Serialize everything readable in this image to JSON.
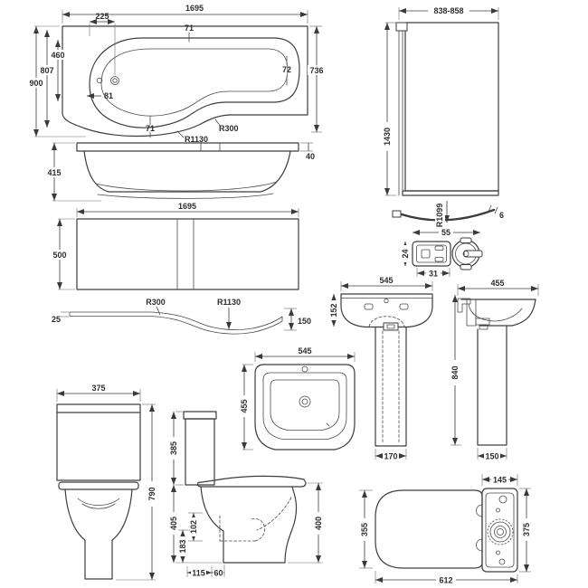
{
  "style": {
    "background": "#ffffff",
    "line_color": "#3d3d3d",
    "text_color": "#2e2e2e"
  },
  "views": {
    "bath_plan": {
      "dims": {
        "length": "1695",
        "tap_offset": "225",
        "centerline_top": "71",
        "width_inner": "460",
        "width_mid": "807",
        "width_overall": "900",
        "tap_inset": "81",
        "end_inner": "72",
        "end_width": "736",
        "centerline_bottom": "71",
        "front_radius": "R1130",
        "corner_radius": "R300"
      }
    },
    "bath_side": {
      "dims": {
        "height": "415",
        "rim_height": "40"
      }
    },
    "bath_panel": {
      "dims": {
        "length": "1695",
        "height": "500"
      }
    },
    "panel_profile": {
      "dims": {
        "radius_small": "R300",
        "radius_large": "R1130",
        "left_thickness": "25",
        "right_drop": "150"
      }
    },
    "screen_front": {
      "dims": {
        "width": "838-858",
        "height": "1430"
      }
    },
    "screen_plan": {
      "dims": {
        "radius": "R1099",
        "glass_thickness": "6"
      }
    },
    "screen_profile": {
      "dims": {
        "width": "55",
        "height": "24",
        "inner_width": "31"
      }
    },
    "basin_front": {
      "dims": {
        "width": "545",
        "bowl_height": "152",
        "pedestal_width": "170"
      }
    },
    "basin_side": {
      "dims": {
        "depth": "455",
        "pedestal_height": "840",
        "pedestal_depth": "150"
      }
    },
    "basin_plan": {
      "dims": {
        "width": "545",
        "depth": "455"
      }
    },
    "toilet_front": {
      "dims": {
        "width": "375",
        "height": "790"
      }
    },
    "toilet_side": {
      "dims": {
        "cistern_height": "385",
        "pan_height": "405",
        "trap_height": "102",
        "outlet_height": "183",
        "outlet_setout": "115",
        "outlet_offset": "60",
        "seat_height": "400"
      }
    },
    "toilet_plan": {
      "dims": {
        "cistern_depth": "145",
        "pan_width": "355",
        "overall_length": "612",
        "cistern_width": "375"
      }
    }
  }
}
